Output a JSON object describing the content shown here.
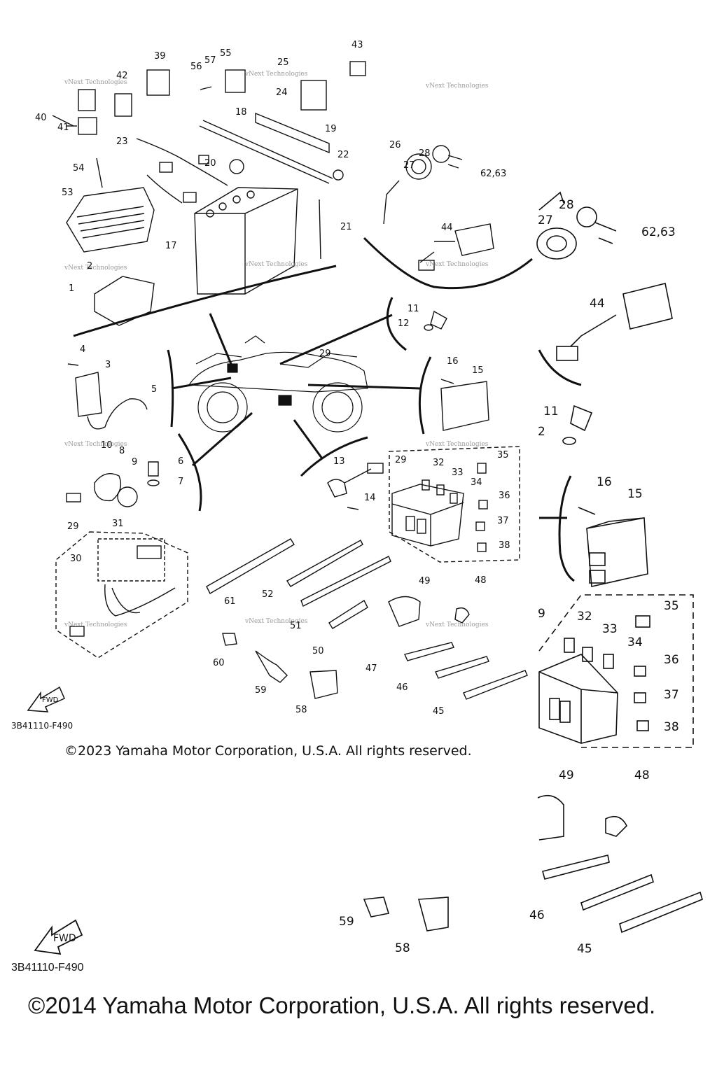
{
  "callouts": [
    {
      "id": "1",
      "text": "1"
    },
    {
      "id": "2",
      "text": "2"
    },
    {
      "id": "3",
      "text": "3"
    },
    {
      "id": "4",
      "text": "4"
    },
    {
      "id": "5",
      "text": "5"
    },
    {
      "id": "6",
      "text": "6"
    },
    {
      "id": "7",
      "text": "7"
    },
    {
      "id": "8",
      "text": "8"
    },
    {
      "id": "9",
      "text": "9"
    },
    {
      "id": "10",
      "text": "10"
    },
    {
      "id": "11",
      "text": "11"
    },
    {
      "id": "12",
      "text": "12"
    },
    {
      "id": "13",
      "text": "13"
    },
    {
      "id": "14",
      "text": "14"
    },
    {
      "id": "15",
      "text": "15"
    },
    {
      "id": "16",
      "text": "16"
    },
    {
      "id": "17",
      "text": "17"
    },
    {
      "id": "18",
      "text": "18"
    },
    {
      "id": "19",
      "text": "19"
    },
    {
      "id": "20",
      "text": "20"
    },
    {
      "id": "21",
      "text": "21"
    },
    {
      "id": "22",
      "text": "22"
    },
    {
      "id": "23",
      "text": "23"
    },
    {
      "id": "24",
      "text": "24"
    },
    {
      "id": "25",
      "text": "25"
    },
    {
      "id": "26",
      "text": "26"
    },
    {
      "id": "27",
      "text": "27"
    },
    {
      "id": "28",
      "text": "28"
    },
    {
      "id": "29",
      "text": "29"
    },
    {
      "id": "30",
      "text": "30"
    },
    {
      "id": "31",
      "text": "31"
    },
    {
      "id": "32",
      "text": "32"
    },
    {
      "id": "33",
      "text": "33"
    },
    {
      "id": "34",
      "text": "34"
    },
    {
      "id": "35",
      "text": "35"
    },
    {
      "id": "36",
      "text": "36"
    },
    {
      "id": "37",
      "text": "37"
    },
    {
      "id": "38",
      "text": "38"
    },
    {
      "id": "39",
      "text": "39"
    },
    {
      "id": "40",
      "text": "40"
    },
    {
      "id": "41",
      "text": "41"
    },
    {
      "id": "42",
      "text": "42"
    },
    {
      "id": "43",
      "text": "43"
    },
    {
      "id": "44",
      "text": "44"
    },
    {
      "id": "45",
      "text": "45"
    },
    {
      "id": "46",
      "text": "46"
    },
    {
      "id": "47",
      "text": "47"
    },
    {
      "id": "48",
      "text": "48"
    },
    {
      "id": "49",
      "text": "49"
    },
    {
      "id": "50",
      "text": "50"
    },
    {
      "id": "51",
      "text": "51"
    },
    {
      "id": "52",
      "text": "52"
    },
    {
      "id": "53",
      "text": "53"
    },
    {
      "id": "54",
      "text": "54"
    },
    {
      "id": "55",
      "text": "55"
    },
    {
      "id": "56",
      "text": "56"
    },
    {
      "id": "57",
      "text": "57"
    },
    {
      "id": "58",
      "text": "58"
    },
    {
      "id": "59",
      "text": "59"
    },
    {
      "id": "60",
      "text": "60"
    },
    {
      "id": "61",
      "text": "61"
    },
    {
      "id": "6263",
      "text": "62,63"
    }
  ],
  "zoom_callouts": {
    "c28": "28",
    "c27": "27",
    "c6263": "62,63",
    "c44": "44",
    "c11": "11",
    "c2": "2",
    "c16": "16",
    "c15": "15",
    "c9": "9",
    "c32": "32",
    "c33": "33",
    "c34": "34",
    "c35": "35",
    "c36": "36",
    "c37": "37",
    "c38": "38",
    "c49": "49",
    "c48": "48",
    "c46": "46",
    "c45": "45",
    "c59": "59",
    "c58": "58"
  },
  "watermark_text": "vNext Technologies",
  "fwd_label": "FWD",
  "diagram_code": "3B41110-F490",
  "copyright_2023": "©2023 Yamaha Motor Corporation, U.S.A. All rights reserved.",
  "copyright_2014": "©2014 Yamaha Motor Corporation, U.S.A. All rights reserved."
}
